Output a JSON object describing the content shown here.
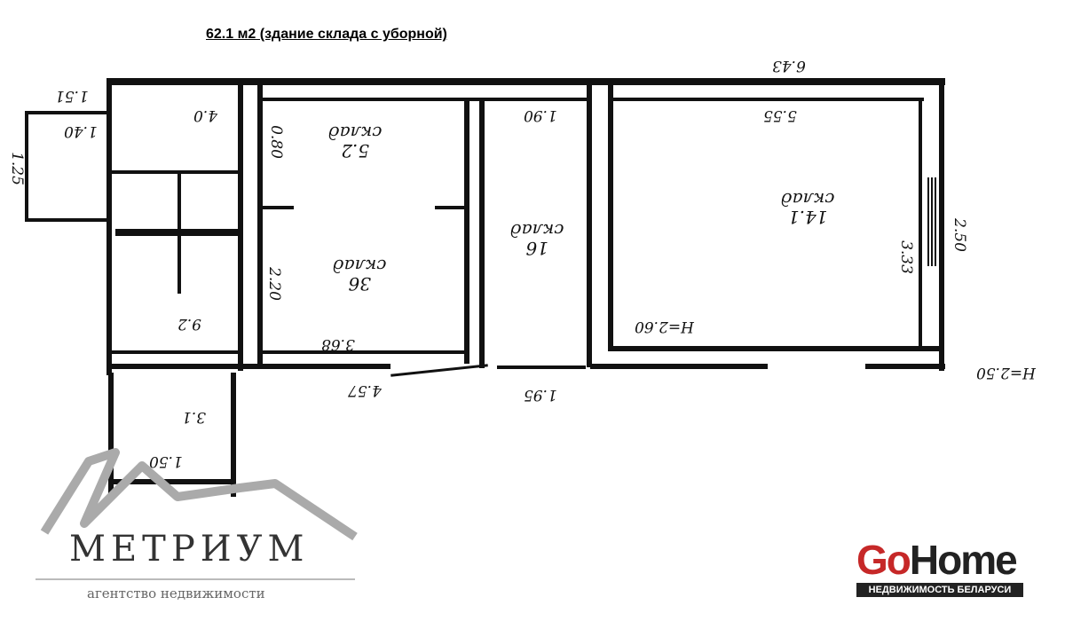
{
  "title": "62.1 м2 (здание склада с уборной)",
  "rooms": [
    {
      "name": "склад",
      "area": "5.2"
    },
    {
      "name": "склад",
      "area": "36"
    },
    {
      "name": "склад",
      "area": "16"
    },
    {
      "name": "склад",
      "area": "14.1"
    }
  ],
  "dimensions": [
    "6.43",
    "1.51",
    "1.40",
    "1.25",
    "4.0",
    "5.55",
    "1.90",
    "2.50",
    "3.33",
    "H=2.60",
    "H=2.50",
    "3.68",
    "4.57",
    "1.95",
    "3.1",
    "1.50",
    "9.2",
    "0.80",
    "2.20"
  ],
  "logos": {
    "metrium": "МЕТРИУМ",
    "metrium_sub": "агентство недвижимости",
    "gohome_go": "Go",
    "gohome_home": "Home",
    "gohome_sub": "НЕДВИЖИМОСТЬ БЕЛАРУСИ"
  }
}
